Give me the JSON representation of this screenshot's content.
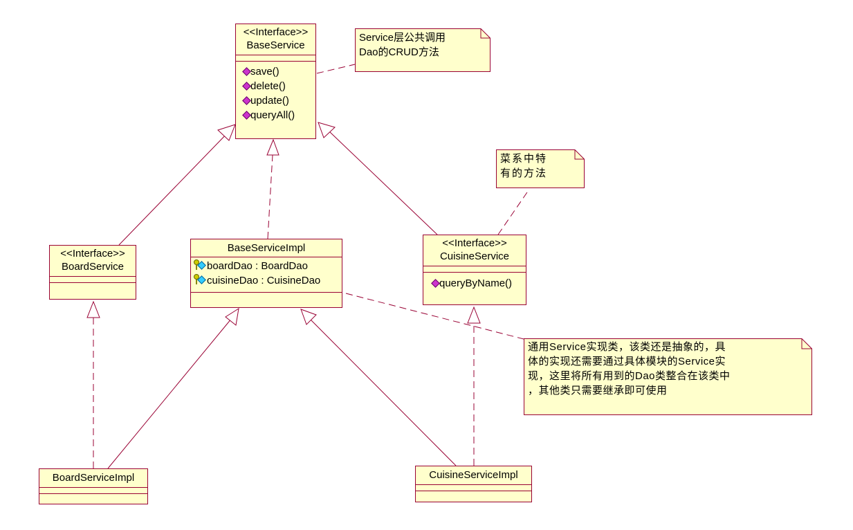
{
  "classes": {
    "base_service": {
      "stereotype": "<<Interface>>",
      "name": "BaseService",
      "methods": [
        "save()",
        "delete()",
        "update()",
        "queryAll()"
      ]
    },
    "board_service": {
      "stereotype": "<<Interface>>",
      "name": "BoardService"
    },
    "base_service_impl": {
      "name": "BaseServiceImpl",
      "attributes": [
        "boardDao : BoardDao",
        "cuisineDao : CuisineDao"
      ]
    },
    "cuisine_service": {
      "stereotype": "<<Interface>>",
      "name": "CuisineService",
      "methods": [
        "queryByName()"
      ]
    },
    "board_service_impl": {
      "name": "BoardServiceImpl"
    },
    "cuisine_service_impl": {
      "name": "CuisineServiceImpl"
    }
  },
  "notes": {
    "base_service_note": "Service层公共调用\nDao的CRUD方法",
    "cuisine_note": "菜系中特\n有的方法",
    "impl_note": "通用Service实现类，该类还是抽象的，具\n体的实现还需要通过具体模块的Service实\n现，这里将所有用到的Dao类整合在该类中\n，其他类只需要继承即可使用"
  },
  "colors": {
    "class_fill": "#ffffcc",
    "border": "#990033",
    "line": "#990033",
    "method_icon": "#cc33cc",
    "attribute_icon": "#33ccff"
  }
}
